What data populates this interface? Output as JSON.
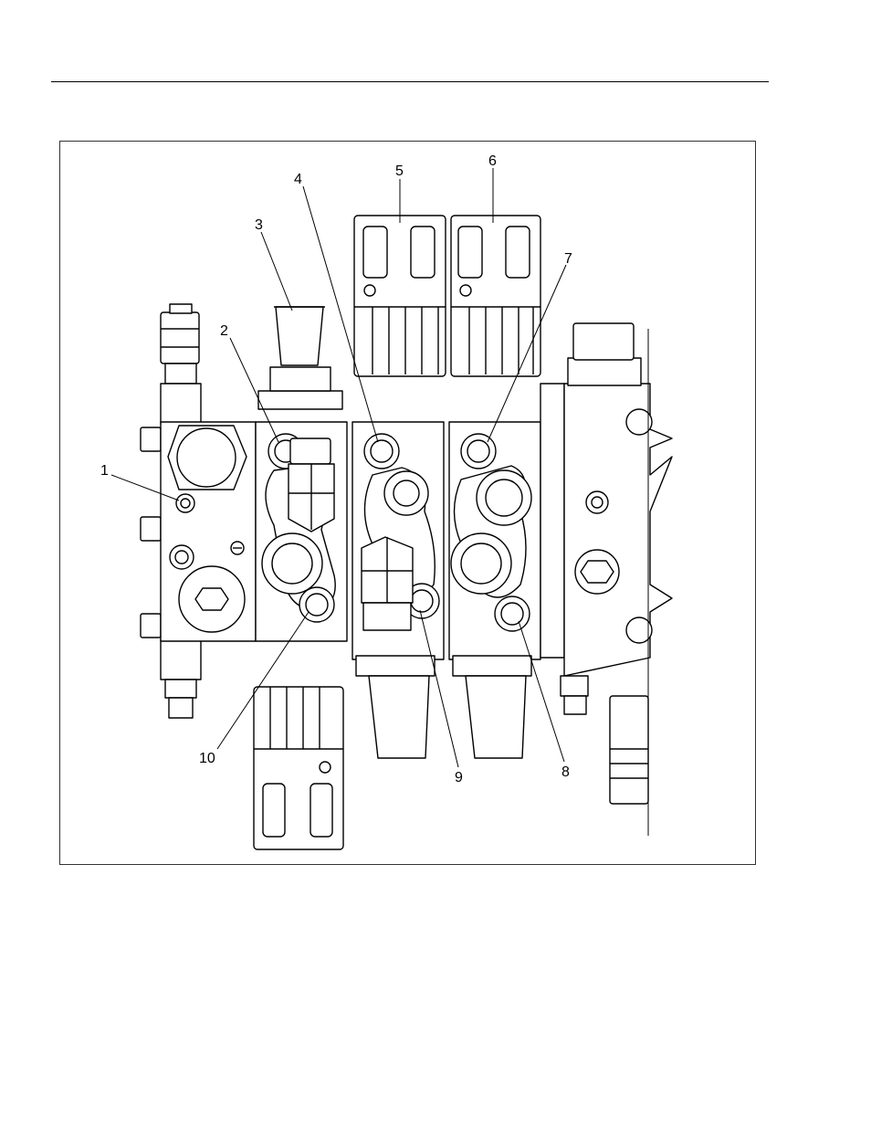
{
  "figure": {
    "callouts": [
      {
        "id": "1",
        "label": "1"
      },
      {
        "id": "2",
        "label": "2"
      },
      {
        "id": "3",
        "label": "3"
      },
      {
        "id": "4",
        "label": "4"
      },
      {
        "id": "5",
        "label": "5"
      },
      {
        "id": "6",
        "label": "6"
      },
      {
        "id": "7",
        "label": "7"
      },
      {
        "id": "8",
        "label": "8"
      },
      {
        "id": "9",
        "label": "9"
      },
      {
        "id": "10",
        "label": "10"
      }
    ],
    "colors": {
      "line": "#000000",
      "fill": "#ffffff",
      "frame": "#333333"
    }
  }
}
